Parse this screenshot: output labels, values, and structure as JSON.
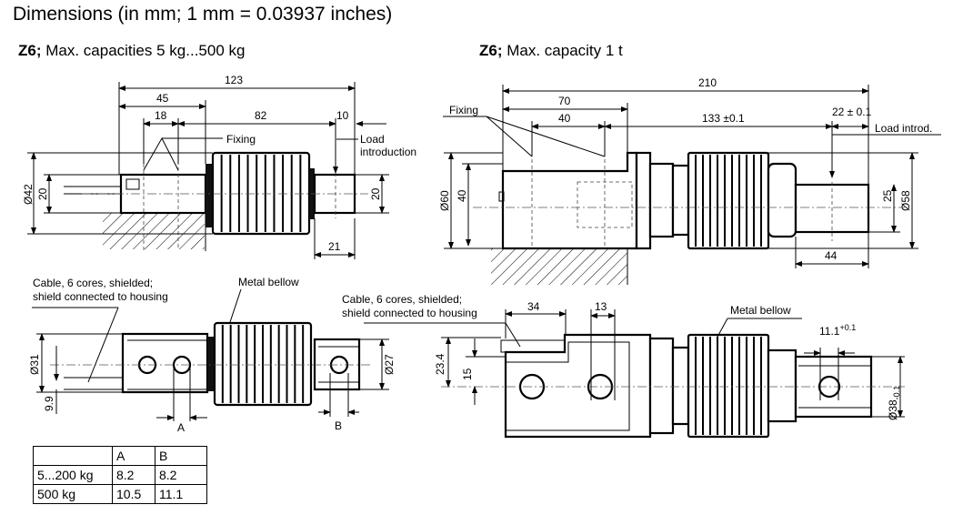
{
  "title": "Dimensions (in mm; 1 mm = 0.03937 inches)",
  "left": {
    "model": "Z6;",
    "caption": "Max. capacities 5 kg...500 kg",
    "top_view": {
      "dims": {
        "overall": "123",
        "d45": "45",
        "d18": "18",
        "d82": "82",
        "d10": "10",
        "dia42": "Ø42",
        "h20_left": "20",
        "h20_right": "20",
        "d21": "21"
      },
      "fixing_label": "Fixing",
      "load_label_1": "Load",
      "load_label_2": "introduction"
    },
    "bottom_view": {
      "cable_label_1": "Cable, 6 cores, shielded;",
      "cable_label_2": "shield connected to housing",
      "bellow_label": "Metal bellow",
      "dims": {
        "dia31": "Ø31",
        "d9_9": "9.9",
        "dia27": "Ø27",
        "a": "A",
        "b": "B"
      }
    },
    "table": {
      "headers": [
        "",
        "A",
        "B"
      ],
      "rows": [
        [
          "5...200 kg",
          "8.2",
          "8.2"
        ],
        [
          "500 kg",
          "10.5",
          "11.1"
        ]
      ]
    }
  },
  "right": {
    "model": "Z6;",
    "caption": "Max. capacity 1 t",
    "top_view": {
      "dims": {
        "overall": "210",
        "d70": "70",
        "d40": "40",
        "d133": "133 ±0.1",
        "d22": "22 ± 0.1",
        "dia60": "Ø60",
        "h40": "40",
        "h25": "25",
        "dia58": "Ø58",
        "d44": "44"
      },
      "fixing_label": "Fixing",
      "load_label": "Load introd."
    },
    "bottom_view": {
      "cable_label_1": "Cable, 6 cores, shielded;",
      "cable_label_2": "shield connected to housing",
      "bellow_label": "Metal bellow",
      "dims": {
        "d34": "34",
        "d13": "13",
        "d23_4": "23.4",
        "d15": "15",
        "d11_1": "11.1",
        "d11_1_tol": "+0.1",
        "dia38": "Ø38",
        "dia38_tol": "-0.1"
      }
    }
  }
}
